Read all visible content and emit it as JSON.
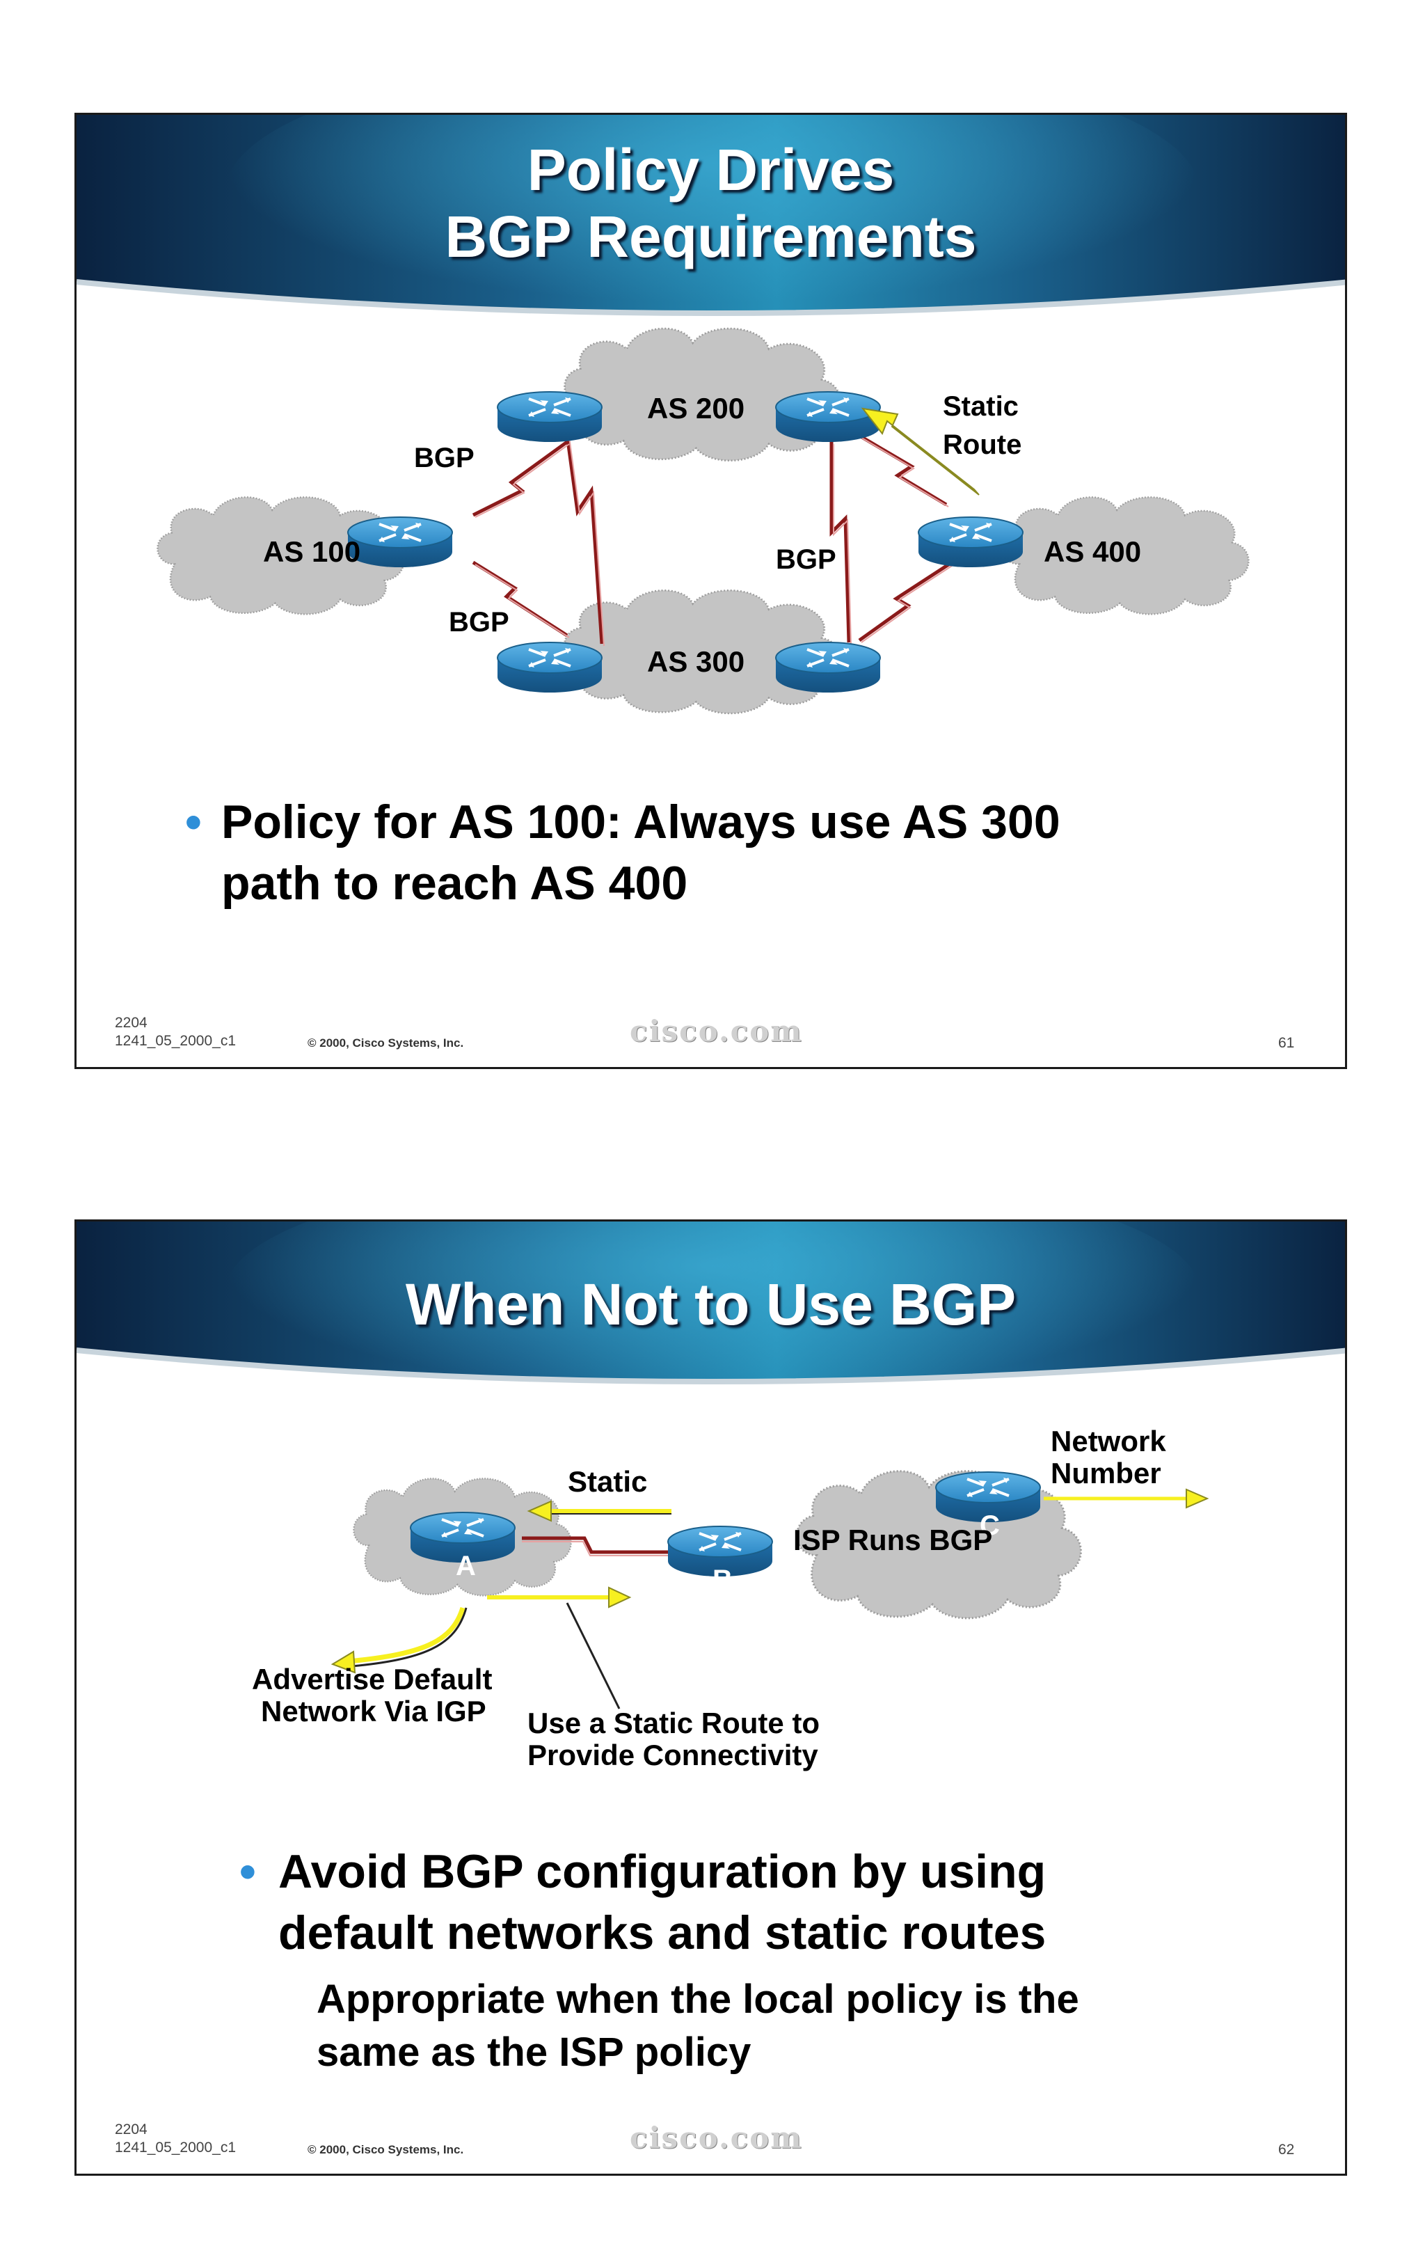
{
  "slides": [
    {
      "title_line1": "Policy Drives",
      "title_line2": "BGP Requirements",
      "diagram": {
        "as200": "AS 200",
        "as100": "AS 100",
        "as300": "AS 300",
        "as400": "AS 400",
        "bgp_top": "BGP",
        "bgp_bottom": "BGP",
        "bgp_right": "BGP",
        "static_line1": "Static",
        "static_line2": "Route"
      },
      "bullet_line1": "Policy for AS 100: Always use AS 300",
      "bullet_line2": "path to reach AS 400",
      "footer": {
        "code_line1": "2204",
        "code_line2": "1241_05_2000_c1",
        "copyright": "© 2000, Cisco Systems, Inc.",
        "logo": "cisco.com",
        "page": "61"
      }
    },
    {
      "title": "When Not to Use BGP",
      "diagram": {
        "static": "Static",
        "network_line1": "Network",
        "network_line2": "Number",
        "isp": "ISP Runs BGP",
        "router_a": "A",
        "router_b": "B",
        "router_c": "C",
        "advertise_line1": "Advertise Default",
        "advertise_line2": "Network Via IGP",
        "use_static_line1": "Use a Static Route to",
        "use_static_line2": "Provide Connectivity"
      },
      "bullet_line1": "Avoid BGP configuration by using",
      "bullet_line2": "default networks and static routes",
      "sub_line1": "Appropriate when the local policy is the",
      "sub_line2": "same as the ISP policy",
      "footer": {
        "code_line1": "2204",
        "code_line2": "1241_05_2000_c1",
        "copyright": "© 2000, Cisco Systems, Inc.",
        "logo": "cisco.com",
        "page": "62"
      }
    }
  ],
  "colors": {
    "header_dark": "#0b2a4a",
    "header_mid": "#1f7fa8",
    "cloud_fill": "#c4c4c4",
    "router_blue": "#2a86c4",
    "link_red": "#8b1a1a",
    "arrow_yellow": "#f7f020",
    "bullet_blue": "#2f8fd8"
  }
}
